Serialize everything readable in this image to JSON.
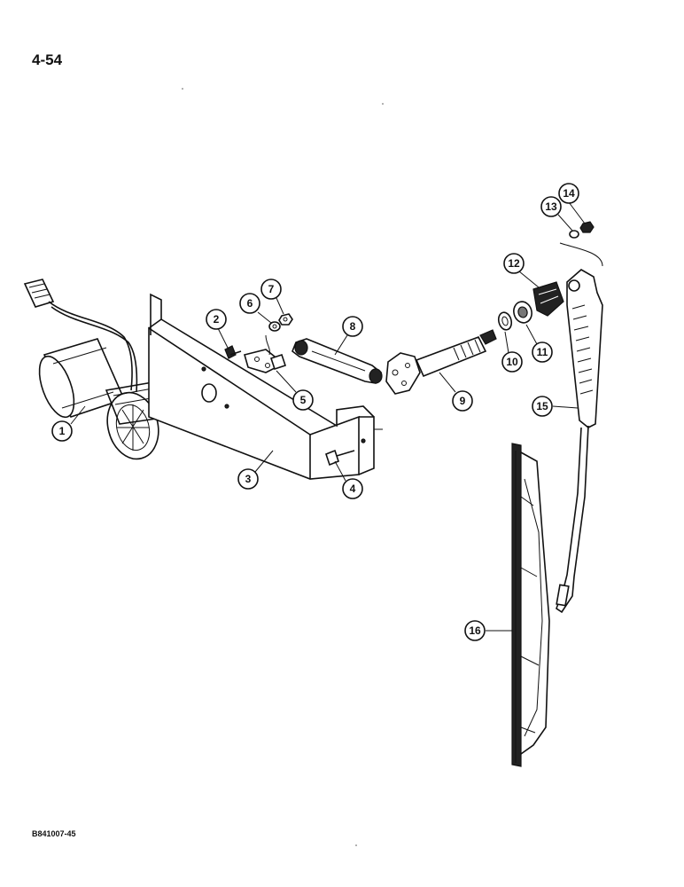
{
  "page": {
    "number": "4-54",
    "figure_code": "B841007-45"
  },
  "callouts": [
    "1",
    "2",
    "3",
    "4",
    "5",
    "6",
    "7",
    "8",
    "9",
    "10",
    "11",
    "12",
    "13",
    "14",
    "15",
    "16"
  ]
}
